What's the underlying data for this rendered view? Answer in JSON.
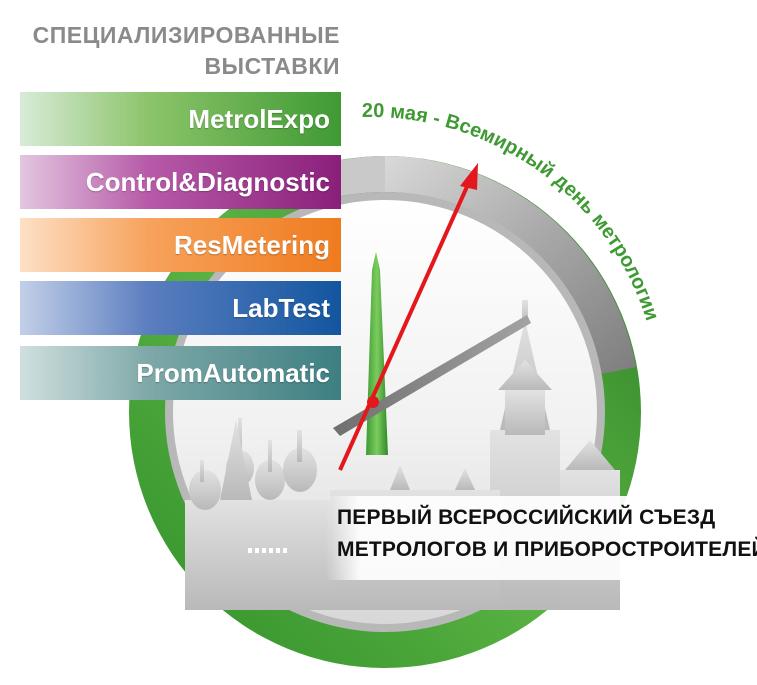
{
  "heading": {
    "line1": "СПЕЦИАЛИЗИРОВАННЫЕ",
    "line2": "ВЫСТАВКИ"
  },
  "exhibitions": [
    {
      "label": "MetrolExpo",
      "color": "#3f9a34"
    },
    {
      "label": "Control&Diagnostic",
      "color": "#8a1f7a"
    },
    {
      "label": "ResMetering",
      "color": "#ef7b1e"
    },
    {
      "label": "LabTest",
      "color": "#12569f"
    },
    {
      "label": "PromAutomatic",
      "color": "#3c7f82"
    }
  ],
  "arc_text": "20 мая - Всемирный день метрологии",
  "congress": {
    "line1": "ПЕРВЫЙ ВСЕРОССИЙСКИЙ СЪЕЗД",
    "line2": "МЕТРОЛОГОВ И ПРИБОРОСТРОИТЕЛЕЙ"
  },
  "colors": {
    "green": "#3f9a34",
    "gray": "#9a9a9a",
    "hand_red": "#e3171c"
  }
}
